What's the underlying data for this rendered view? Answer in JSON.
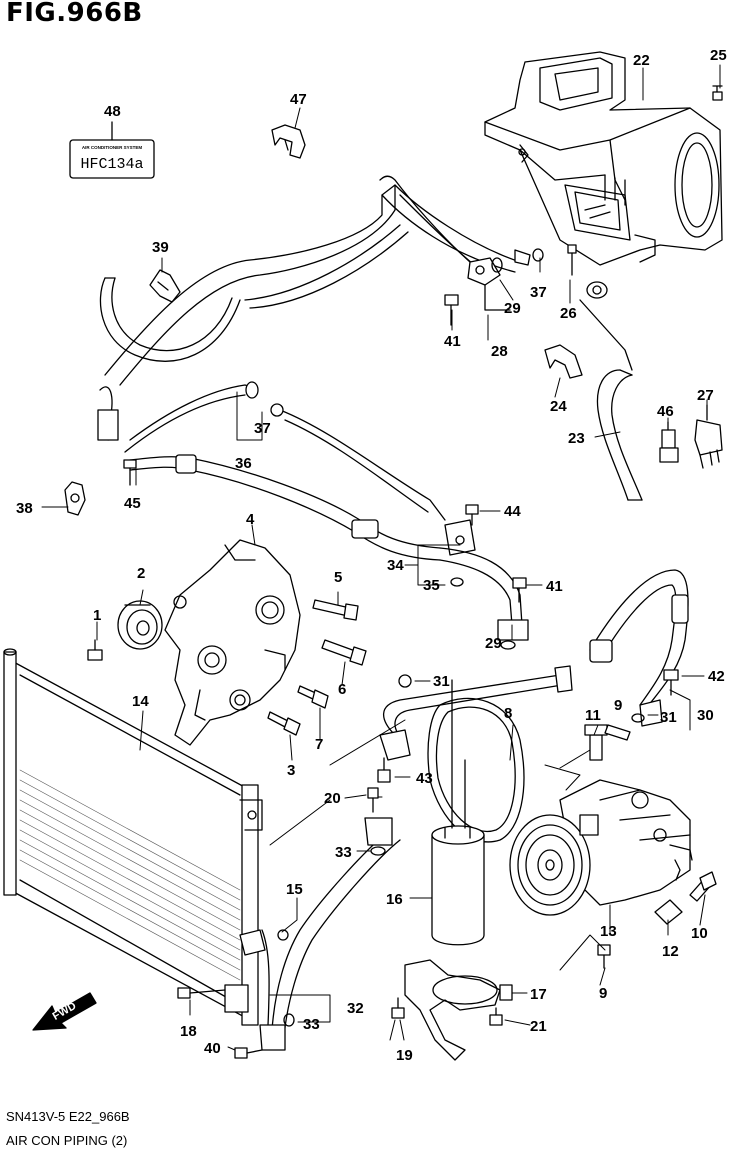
{
  "figure": {
    "title": "FIG.966B",
    "code": "SN413V-5 E22_966B",
    "description": "AIR CON PIPING (2)"
  },
  "label_48": {
    "line1": "AIR CONDITIONER SYSTEM",
    "line2": "HFC134a"
  },
  "direction_arrow": "FWD",
  "callouts": [
    "1",
    "2",
    "3",
    "4",
    "5",
    "6",
    "7",
    "8",
    "9",
    "9",
    "10",
    "11",
    "12",
    "13",
    "14",
    "15",
    "16",
    "17",
    "18",
    "19",
    "20",
    "21",
    "22",
    "23",
    "24",
    "25",
    "26",
    "27",
    "28",
    "29",
    "29",
    "30",
    "31",
    "31",
    "32",
    "33",
    "33",
    "34",
    "35",
    "36",
    "37",
    "37",
    "38",
    "39",
    "40",
    "41",
    "41",
    "42",
    "43",
    "44",
    "45",
    "46",
    "47",
    "48"
  ]
}
